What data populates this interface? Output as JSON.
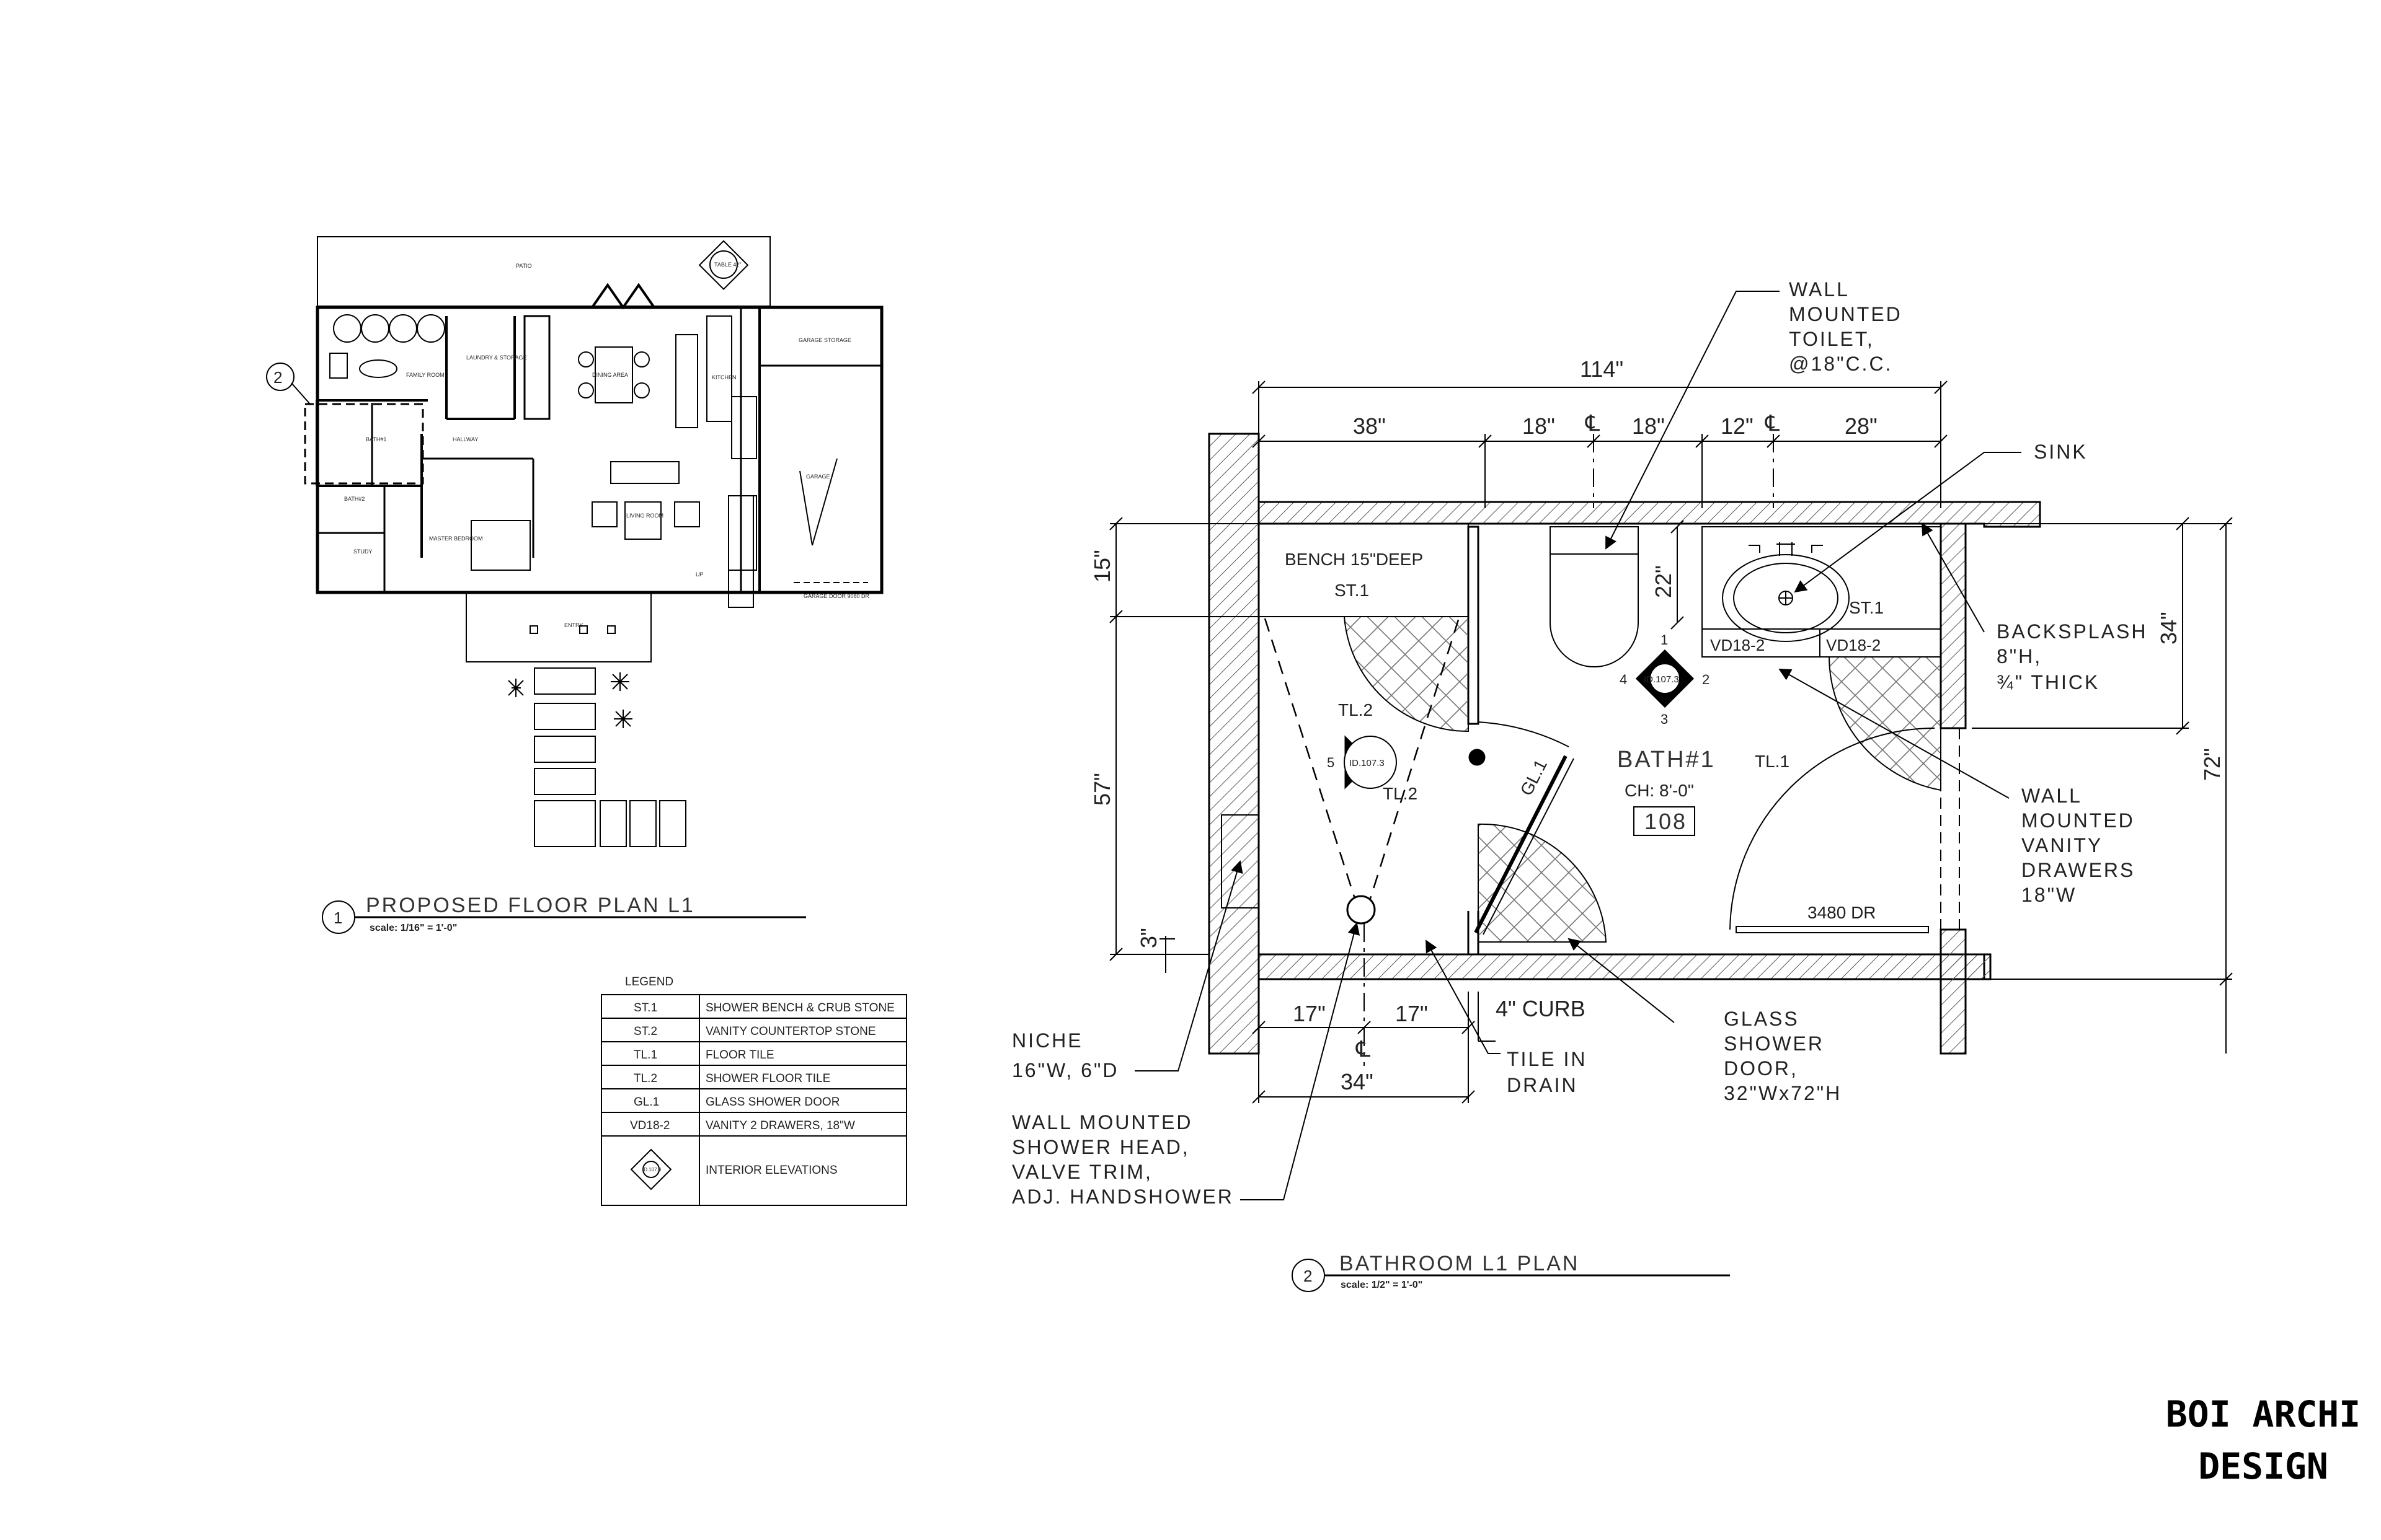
{
  "plan1": {
    "number": "1",
    "title": "PROPOSED FLOOR PLAN L1",
    "scale": "scale:  1/16\" = 1'-0\"",
    "callout": "2",
    "rooms": {
      "patio": "PATIO",
      "table": "TABLE 42\"",
      "family_room": "FAMILY ROOM",
      "laundry": "LAUNDRY & STORAGE",
      "dining": "DINING AREA",
      "kitchen": "KITCHEN",
      "garage_storage": "GARAGE STORAGE",
      "garage": "GARAGE",
      "garage_door": "GARAGE DOOR 9080 DR",
      "hallway": "HALLWAY",
      "bath1": "BATH#1",
      "bath2": "BATH#2",
      "study": "STUDY",
      "master": "MASTER BEDROOM",
      "living": "LIVING ROOM",
      "entry": "ENTRY",
      "up": "UP"
    }
  },
  "legend": {
    "title": "LEGEND",
    "rows": [
      {
        "code": "ST.1",
        "desc": "SHOWER BENCH & CRUB STONE"
      },
      {
        "code": "ST.2",
        "desc": "VANITY COUNTERTOP STONE"
      },
      {
        "code": "TL.1",
        "desc": "FLOOR TILE"
      },
      {
        "code": "TL.2",
        "desc": "SHOWER FLOOR TILE"
      },
      {
        "code": "GL.1",
        "desc": "GLASS SHOWER DOOR"
      },
      {
        "code": "VD18-2",
        "desc": "VANITY 2 DRAWERS, 18\"W"
      }
    ],
    "elev_row": {
      "desc": "INTERIOR ELEVATIONS",
      "tag": "ID.107.3"
    }
  },
  "plan2": {
    "number": "2",
    "title": "BATHROOM L1 PLAN",
    "scale": "scale:  1/2\" = 1'-0\"",
    "dims": {
      "overall": "114\"",
      "d38": "38\"",
      "d18a": "18\"",
      "d18b": "18\"",
      "d12": "12\"",
      "d28": "28\"",
      "d15": "15\"",
      "d57": "57\"",
      "d3": "3\"",
      "d22": "22\"",
      "d34r": "34\"",
      "d72": "72\"",
      "d17a": "17\"",
      "d17b": "17\"",
      "d34b": "34\"",
      "curb": "4\" CURB",
      "cl": "℄"
    },
    "labels": {
      "bench": "BENCH 15\"DEEP",
      "st1a": "ST.1",
      "st1b": "ST.1",
      "tl2a": "TL.2",
      "tl2b": "TL.2",
      "tl1": "TL.1",
      "gl1": "GL.1",
      "bath": "BATH#1",
      "ch": "CH: 8'-0\"",
      "room_no": "108",
      "vd1": "VD18-2",
      "vd2": "VD18-2",
      "door": "3480 DR",
      "tag_a": "ID.107.3",
      "tag_b": "ID.107.3",
      "n1": "1",
      "n2": "2",
      "n3": "3",
      "n4": "4",
      "n5": "5"
    },
    "notes": {
      "toilet": [
        "WALL",
        "MOUNTED",
        "TOILET,",
        "@18\"C.C."
      ],
      "sink": [
        "SINK"
      ],
      "backsplash": [
        "BACKSPLASH",
        "8\"H,",
        "¾\" THICK"
      ],
      "drawers": [
        "WALL",
        "MOUNTED",
        "VANITY",
        "DRAWERS",
        "18\"W"
      ],
      "glass": [
        "GLASS",
        "SHOWER",
        "DOOR,",
        "32\"Wx72\"H"
      ],
      "tile_drain": [
        "TILE IN",
        "DRAIN"
      ],
      "niche": [
        "NICHE",
        "16\"W, 6\"D"
      ],
      "shower_head": [
        "WALL MOUNTED",
        "SHOWER HEAD,",
        "VALVE TRIM,",
        "ADJ. HANDSHOWER"
      ]
    }
  },
  "brand": {
    "line1": "BOI ARCHI",
    "line2": "DESIGN"
  },
  "colors": {
    "line": "#000000",
    "hatch": "#555555"
  }
}
